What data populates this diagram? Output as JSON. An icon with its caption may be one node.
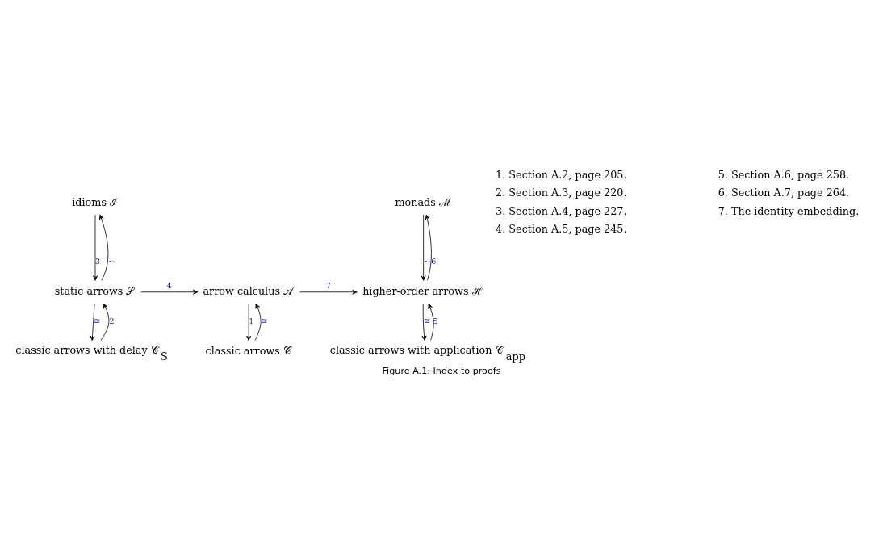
{
  "diagram": {
    "caption": "Figure A.1: Index to proofs",
    "nodes": [
      {
        "text": [
          "idioms ℐ"
        ]
      },
      {
        "text": [
          "static arrows 𝒮"
        ]
      },
      {
        "text": [
          "classic arrows with delay 𝒞$_{S}$"
        ]
      },
      {
        "text": [
          "arrow calculus 𝒜"
        ]
      },
      {
        "text": [
          "classic arrows 𝒞"
        ]
      },
      {
        "text": [
          "monads ℳ"
        ]
      },
      {
        "text": [
          "higher-order arrows ℋ"
        ]
      },
      {
        "text": [
          "classic arrows with application 𝒞$_{app}$"
        ]
      }
    ],
    "edges": [
      {
        "from": 1,
        "to": 0,
        "arrow": "to",
        "label": "~"
      },
      {
        "from": 0,
        "to": 1,
        "arrow": "to",
        "label": "3"
      },
      {
        "from": 2,
        "to": 1,
        "arrow": "to",
        "label": "2"
      },
      {
        "from": 1,
        "to": 2,
        "arrow": "to",
        "label": "≅"
      },
      {
        "from": 4,
        "to": 3,
        "arrow": "to",
        "label": "≅"
      },
      {
        "from": 3,
        "to": 4,
        "arrow": "to",
        "label": "1"
      },
      {
        "from": 1,
        "to": 3,
        "arrow": "to",
        "label": "4"
      },
      {
        "from": 3,
        "to": 6,
        "arrow": "to",
        "label": "7"
      },
      {
        "from": 6,
        "to": 5,
        "arrow": "to",
        "label": "6"
      },
      {
        "from": 5,
        "to": 6,
        "arrow": "to",
        "label": "~"
      },
      {
        "from": 7,
        "to": 6,
        "arrow": "to",
        "label": "5"
      },
      {
        "from": 6,
        "to": 7,
        "arrow": "to",
        "label": "≅"
      }
    ],
    "labels": [
      "1. Section A.2, page 205.",
      "5. Section A.6, page 258.",
      "2. Section A.3, page 220.",
      "6. Section A.7, page 264.",
      "3. Section A.4, page 227.",
      "7. The identity embedding.",
      "4. Section A.5, page 245."
    ]
  }
}
